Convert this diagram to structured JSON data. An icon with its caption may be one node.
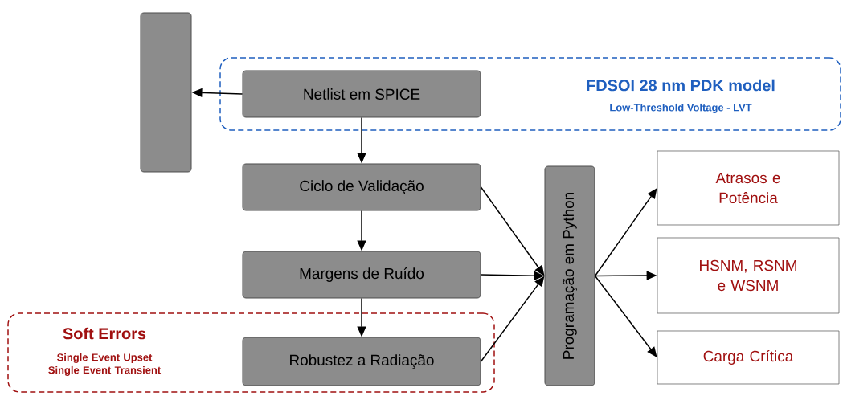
{
  "diagram": {
    "nodes": [
      {
        "text": [
          "FDSOI 28 nm PDK model",
          "Low-Threshold Voltage - LVT"
        ]
      },
      {
        "text": [
          "Netlist em SPICE"
        ],
        "in": 0
      },
      {
        "text": [],
        "shape": "box"
      },
      {
        "text": [
          "Ciclo de Validação"
        ]
      },
      {
        "text": [
          "Margens de Ruído"
        ]
      },
      {
        "text": [
          "Soft Errors",
          "Single Event Upset Single Event Transient"
        ]
      },
      {
        "text": [
          "Robustez a Radiação"
        ],
        "in": 5
      },
      {
        "text": [
          "Programação em Python"
        ]
      },
      {
        "text": [
          "Atrasos e Potência"
        ]
      },
      {
        "text": [
          "HSNM, RSNM e WSNM"
        ]
      },
      {
        "text": [
          "Carga Crítica"
        ]
      }
    ],
    "edges": [
      {
        "from": 1,
        "to": 2,
        "arrow": "to"
      },
      {
        "from": 1,
        "to": 3,
        "arrow": "to"
      },
      {
        "from": 3,
        "to": 4,
        "arrow": "to"
      },
      {
        "from": 4,
        "to": 6,
        "arrow": "to"
      },
      {
        "from": 3,
        "to": 7,
        "arrow": "to"
      },
      {
        "from": 4,
        "to": 7,
        "arrow": "to"
      },
      {
        "from": 6,
        "to": 7,
        "arrow": "to"
      },
      {
        "from": 7,
        "to": 8,
        "arrow": "to"
      },
      {
        "from": 7,
        "to": 9,
        "arrow": "to"
      },
      {
        "from": 7,
        "to": 10,
        "arrow": "to"
      }
    ]
  }
}
